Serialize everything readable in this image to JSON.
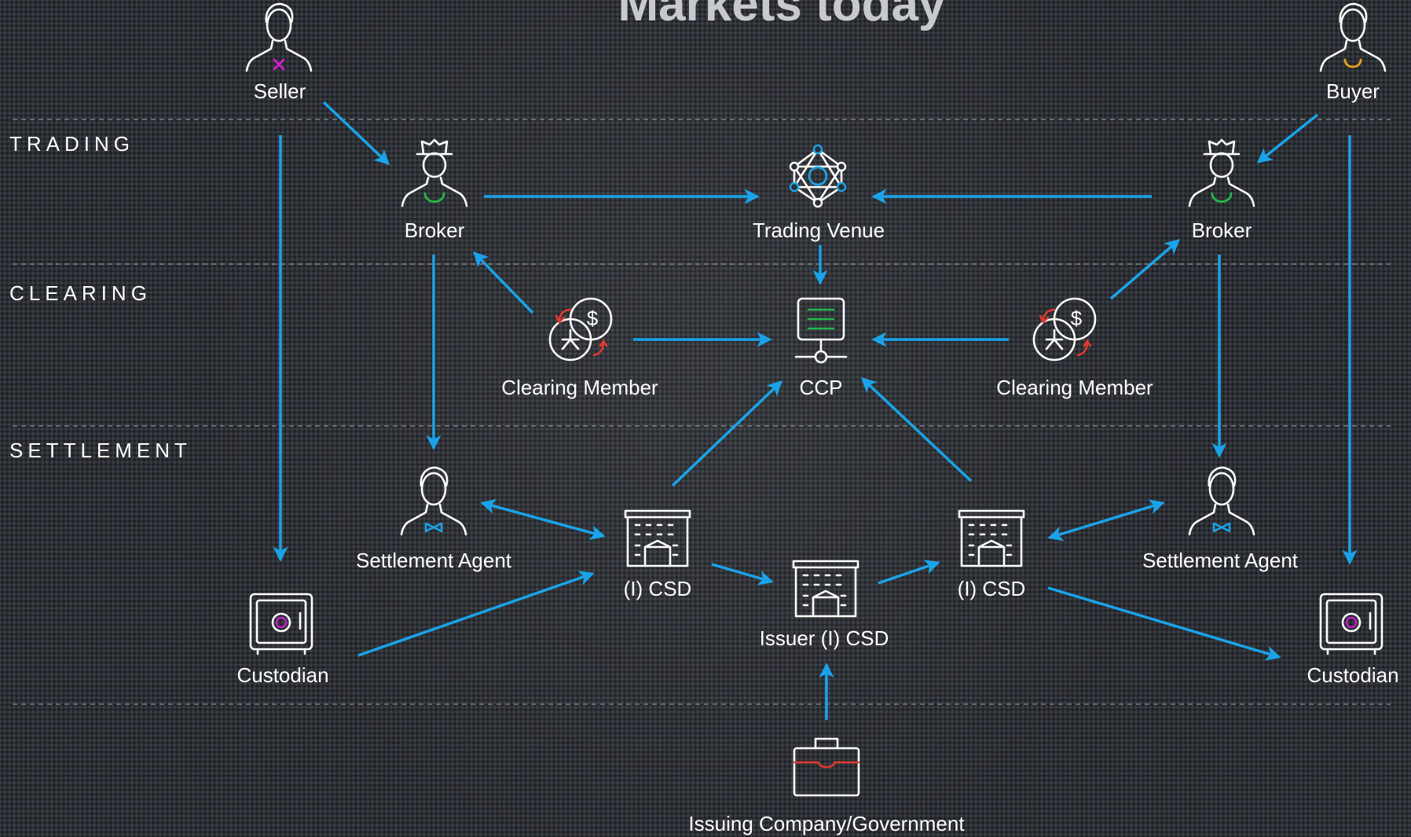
{
  "title": "Markets today",
  "lanes": {
    "trading": "TRADING",
    "clearing": "CLEARING",
    "settlement": "SETTLEMENT"
  },
  "nodes": {
    "seller": "Seller",
    "buyer": "Buyer",
    "broker_left": "Broker",
    "broker_right": "Broker",
    "trading_venue": "Trading Venue",
    "clearing_member_left": "Clearing Member",
    "clearing_member_right": "Clearing Member",
    "ccp": "CCP",
    "settlement_agent_left": "Settlement Agent",
    "settlement_agent_right": "Settlement Agent",
    "csd_left": "(I) CSD",
    "csd_right": "(I) CSD",
    "issuer_csd": "Issuer (I) CSD",
    "custodian_left": "Custodian",
    "custodian_right": "Custodian",
    "issuer": "Issuing Company/Government"
  },
  "colors": {
    "arrow": "#1aa3e8",
    "seller_accent": "#d21ed2",
    "buyer_accent": "#e8a21a",
    "broker_accent": "#23b84a",
    "settlement_agent_accent": "#1aa3e8",
    "clearing_member_accent": "#e03a2f",
    "ccp_accent": "#23b84a",
    "custodian_accent": "#c21ec9",
    "venue_accent": "#1aa3e8",
    "issuer_accent": "#e03a2f"
  },
  "icons": {
    "seller": "person-icon",
    "buyer": "person-icon",
    "broker": "hat-person-icon",
    "trading_venue": "network-icon",
    "clearing_member": "coins-exchange-icon",
    "ccp": "server-icon",
    "settlement_agent": "bowtie-person-icon",
    "csd": "building-icon",
    "custodian": "safe-icon",
    "issuer": "briefcase-icon"
  }
}
